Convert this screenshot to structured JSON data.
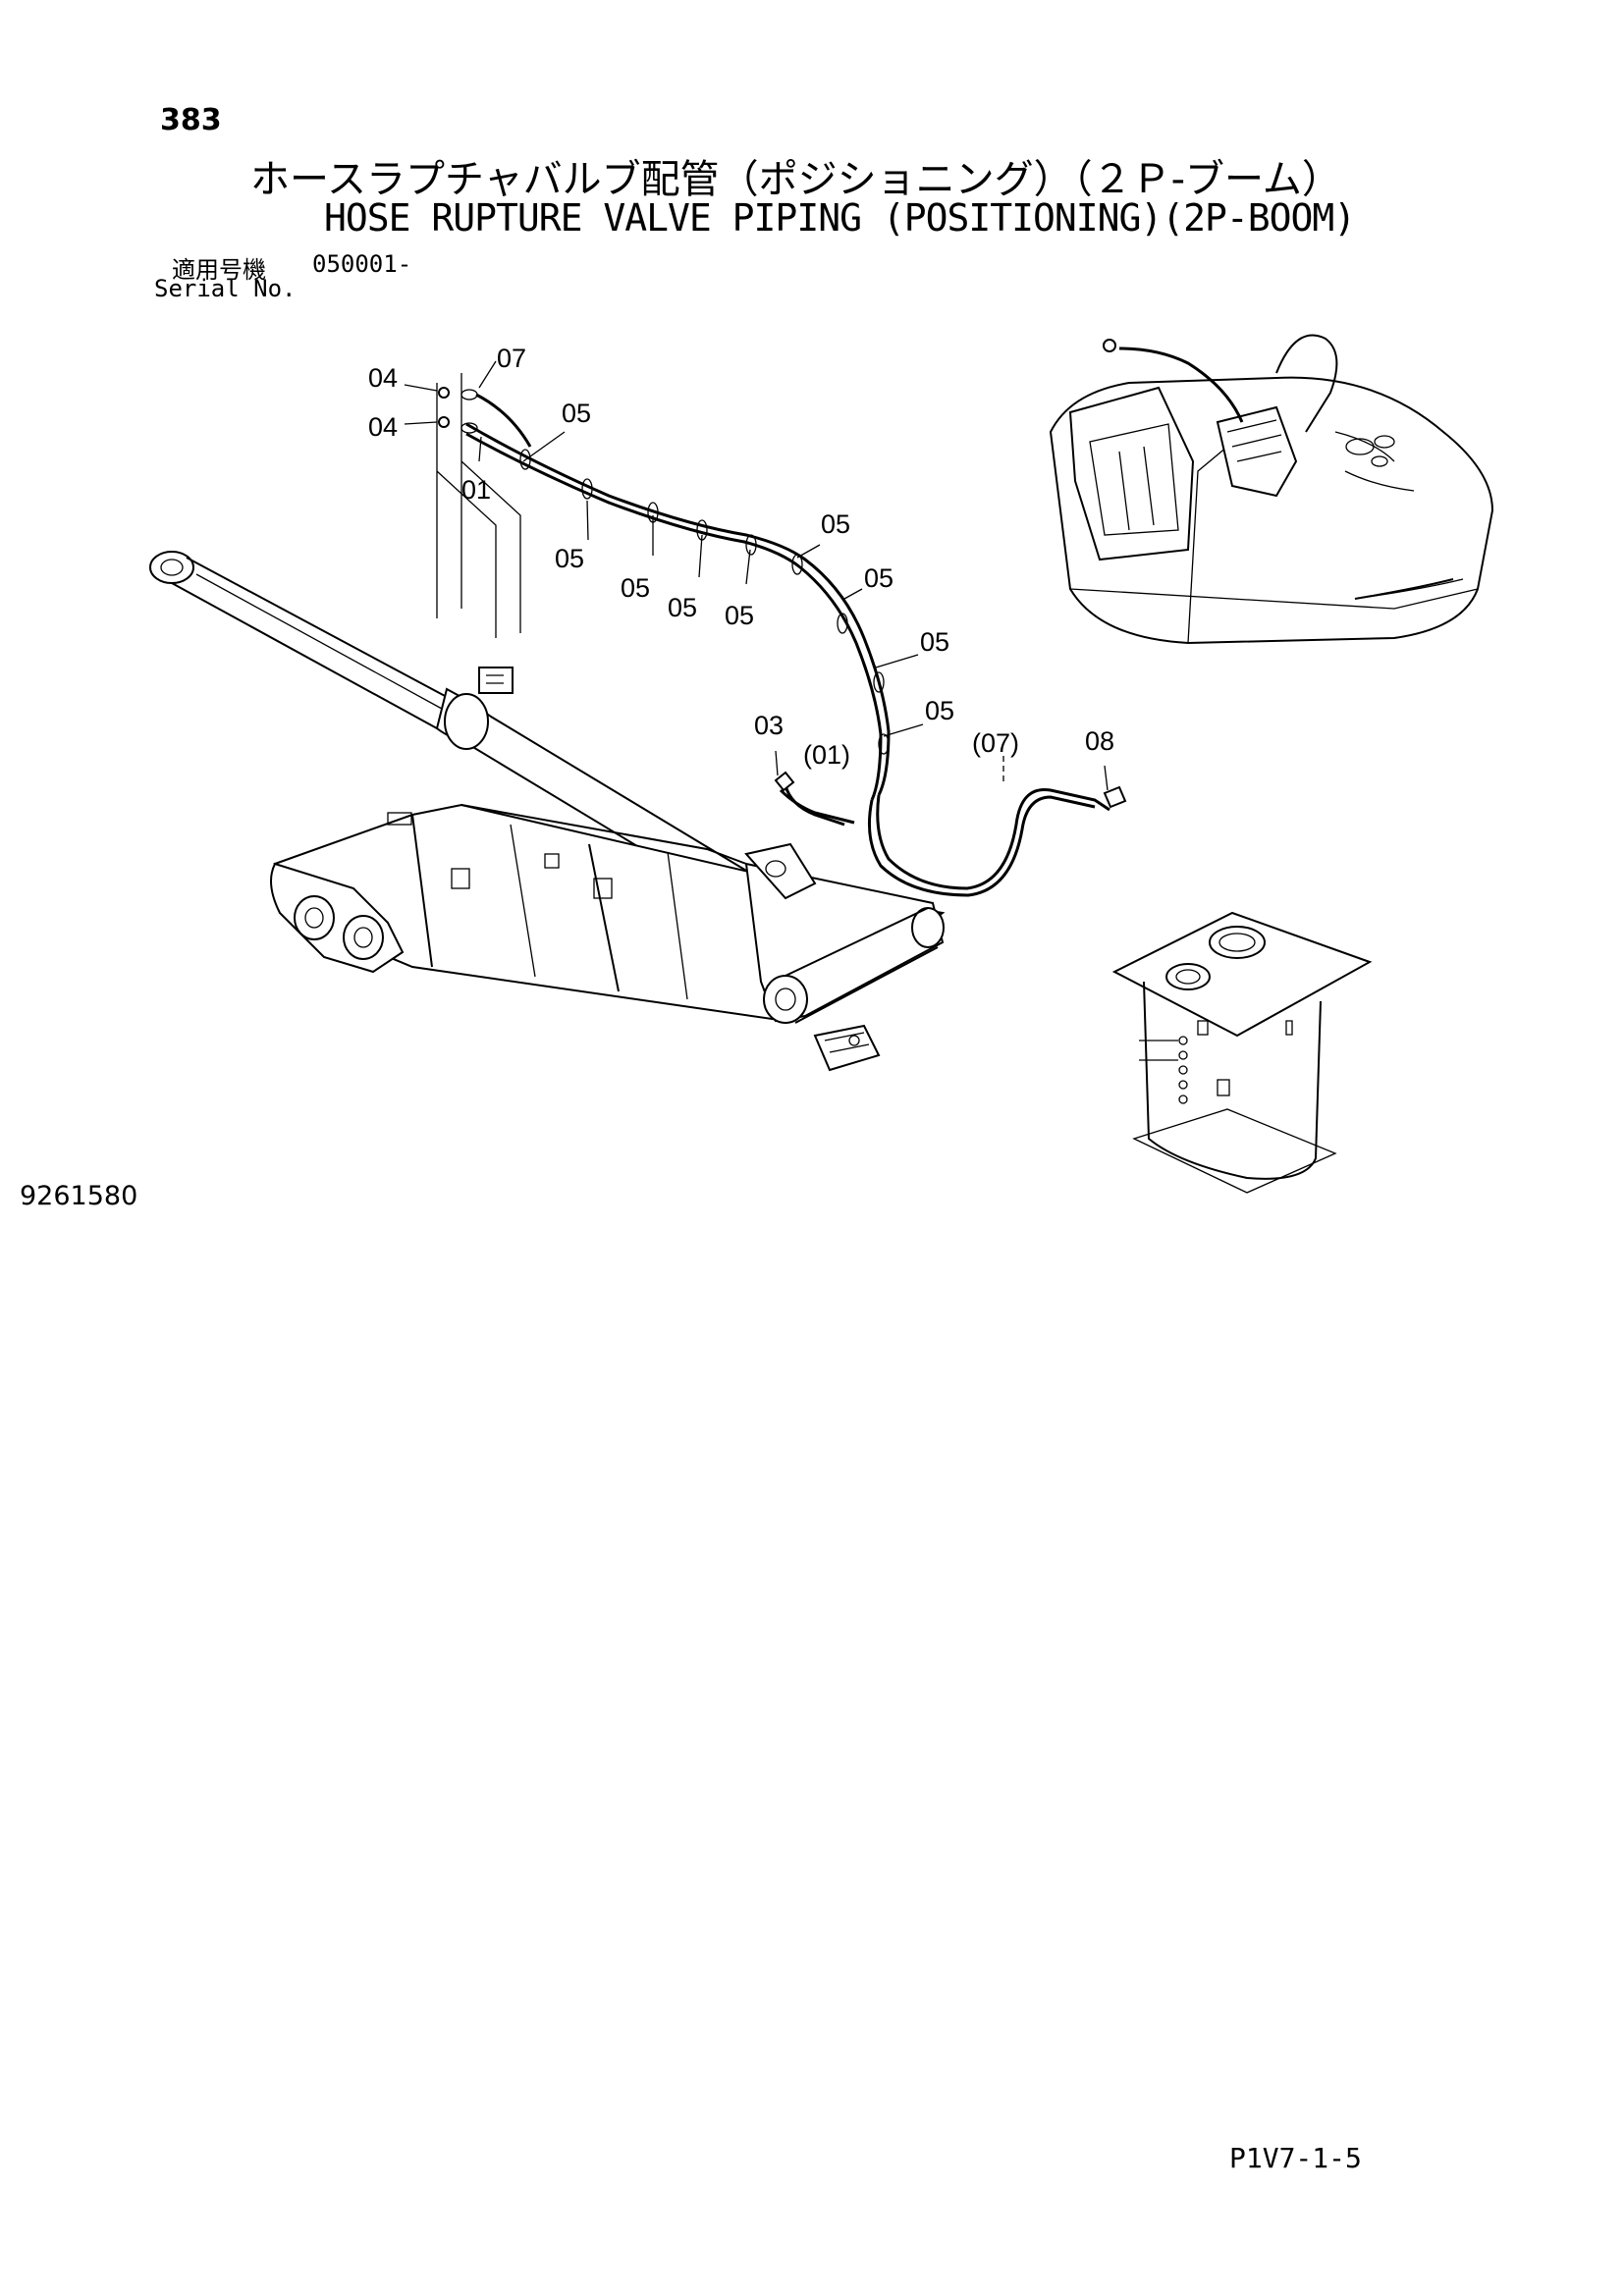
{
  "header": {
    "page_number": "383",
    "title_jp": "ホースラプチャバルブ配管（ポジショニング）（２Ｐ-ブーム）",
    "title_en": "HOSE RUPTURE VALVE PIPING (POSITIONING)(2P-BOOM)",
    "serial_label_jp": "適用号機",
    "serial_value": "050001-",
    "serial_label_en": "Serial No."
  },
  "callouts": {
    "c04a": "04",
    "c04b": "04",
    "c07": "07",
    "c05_top": "05",
    "c01": "01",
    "c05_a": "05",
    "c05_b": "05",
    "c05_c": "05",
    "c05_d": "05",
    "c05_e": "05",
    "c05_f": "05",
    "c05_g": "05",
    "c05_h": "05",
    "c03": "03",
    "c01_paren": "(01)",
    "c07_paren": "(07)",
    "c08": "08"
  },
  "footer": {
    "drawing_number": "9261580",
    "page_code": "P1V7-1-5"
  }
}
